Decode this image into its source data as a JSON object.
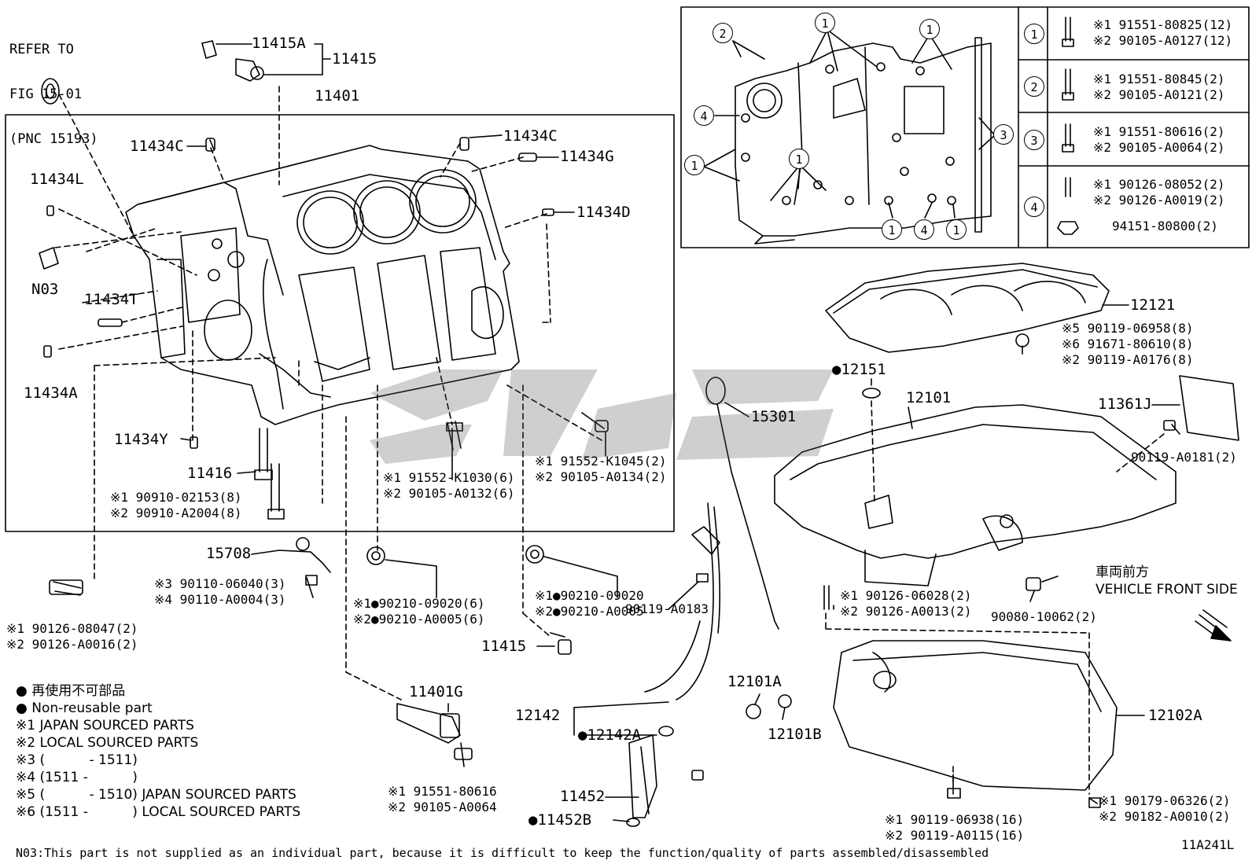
{
  "ref_text": [
    "REFER TO",
    "FIG 15-01",
    "(PNC 15193)"
  ],
  "figure_code": "11A241L",
  "footnote": "N03:This part is not supplied as an individual part, because it is difficult to keep the function/quality of parts assembled/disassembled",
  "front_side": {
    "jp": "車両前方",
    "en": "VEHICLE FRONT SIDE"
  },
  "legend": [
    {
      "mark": "●",
      "text": "再使用不可部品"
    },
    {
      "mark": "●",
      "text": "Non-reusable part"
    },
    {
      "mark": "※1",
      "text": "JAPAN SOURCED PARTS"
    },
    {
      "mark": "※2",
      "text": "LOCAL SOURCED PARTS"
    },
    {
      "mark": "※3",
      "text": "(　　 　- 1511)"
    },
    {
      "mark": "※4",
      "text": "(1511 - 　　　)"
    },
    {
      "mark": "※5",
      "text": "(　　 　- 1510) JAPAN SOURCED PARTS"
    },
    {
      "mark": "※6",
      "text": "(1511 - 　　　) LOCAL SOURCED PARTS"
    }
  ],
  "bolt_table": [
    {
      "num": "1",
      "lines": [
        "※1 91551-80825(12)",
        "※2 90105-A0127(12)"
      ]
    },
    {
      "num": "2",
      "lines": [
        "※1 91551-80845(2)",
        "※2 90105-A0121(2)"
      ]
    },
    {
      "num": "3",
      "lines": [
        "※1 91551-80616(2)",
        "※2 90105-A0064(2)"
      ]
    },
    {
      "num": "4",
      "lines": [
        "※1 90126-08052(2)",
        "※2 90126-A0019(2)",
        "94151-80800(2)"
      ]
    }
  ],
  "inset_badges": [
    "2",
    "1",
    "1",
    "4",
    "1",
    "1",
    "3",
    "1",
    "4",
    "1"
  ],
  "labels": {
    "p11415A": "11415A",
    "p11415": "11415",
    "p11401": "11401",
    "p11434C_a": "11434C",
    "p11434C_b": "11434C",
    "p11434G": "11434G",
    "p11434L": "11434L",
    "p11434D": "11434D",
    "n03": "N03",
    "p11434T": "11434T",
    "p11434A": "11434A",
    "p11434Y": "11434Y",
    "p11416": "11416",
    "b11416": [
      "※1 90910-02153(8)",
      "※2 90910-A2004(8)"
    ],
    "bK1030": [
      "※1 91552-K1030(6)",
      "※2 90105-A0132(6)"
    ],
    "bK1045": [
      "※1 91552-K1045(2)",
      "※2 90105-A0134(2)"
    ],
    "p15708": "15708",
    "b15708": [
      "※3 90110-06040(3)",
      "※4 90110-A0004(3)"
    ],
    "b08047": [
      "※1 90126-08047(2)",
      "※2 90126-A0016(2)"
    ],
    "g09020_6": [
      "※1●90210-09020(6)",
      "※2●90210-A0005(6)"
    ],
    "g09020": [
      "※1●90210-09020",
      "※2●90210-A0005"
    ],
    "b11415": "11415",
    "p11401G": "11401G",
    "b80616": [
      "※1 91551-80616",
      "※2 90105-A0064"
    ],
    "p15301": "15301",
    "bA0183": "90119-A0183",
    "p12142": "12142",
    "p12142A": "●12142A",
    "p11452": "11452",
    "p11452B": "●11452B",
    "p12121": "12121",
    "b12121": [
      "※5 90119-06958(8)",
      "※6 91671-80610(8)",
      "※2 90119-A0176(8)"
    ],
    "p12151": "●12151",
    "p12101": "12101",
    "p11361J": "11361J",
    "bA0181": "90119-A0181(2)",
    "b06028": [
      "※1 90126-06028(2)",
      "※2 90126-A0013(2)"
    ],
    "b10062": "90080-10062(2)",
    "p12101A": "12101A",
    "p12101B": "12101B",
    "p12102A": "12102A",
    "b06326": [
      "※1 90179-06326(2)",
      "※2 90182-A0010(2)"
    ],
    "b06938": [
      "※1 90119-06938(16)",
      "※2 90119-A0115(16)"
    ]
  }
}
